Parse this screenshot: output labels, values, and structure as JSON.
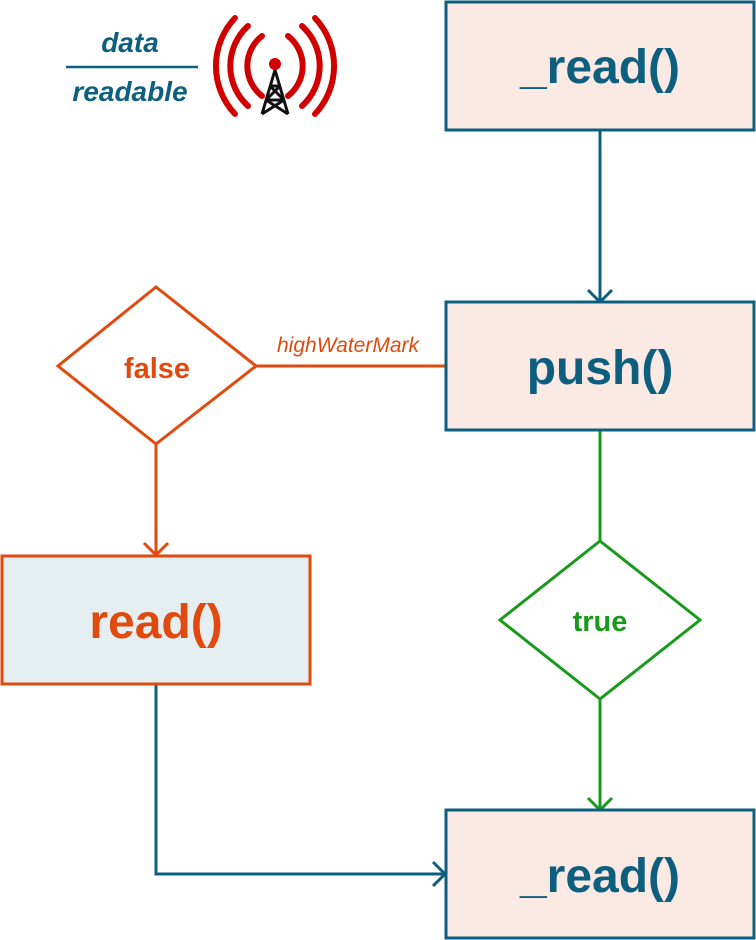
{
  "legend": {
    "numerator": "data",
    "denominator": "readable",
    "icon": "radio-tower-icon"
  },
  "nodes": {
    "read_top": "_read()",
    "push": "push()",
    "false_decision": "false",
    "true_decision": "true",
    "read": "read()",
    "read_bottom": "_read()"
  },
  "edges": {
    "high_water_mark": "highWaterMark"
  },
  "colors": {
    "teal": "#0e5f7f",
    "orange": "#e04a0f",
    "green": "#1a9a1a",
    "red": "#d10000",
    "box_pink": "#fbe9e4",
    "box_blue": "#e5eef1"
  }
}
